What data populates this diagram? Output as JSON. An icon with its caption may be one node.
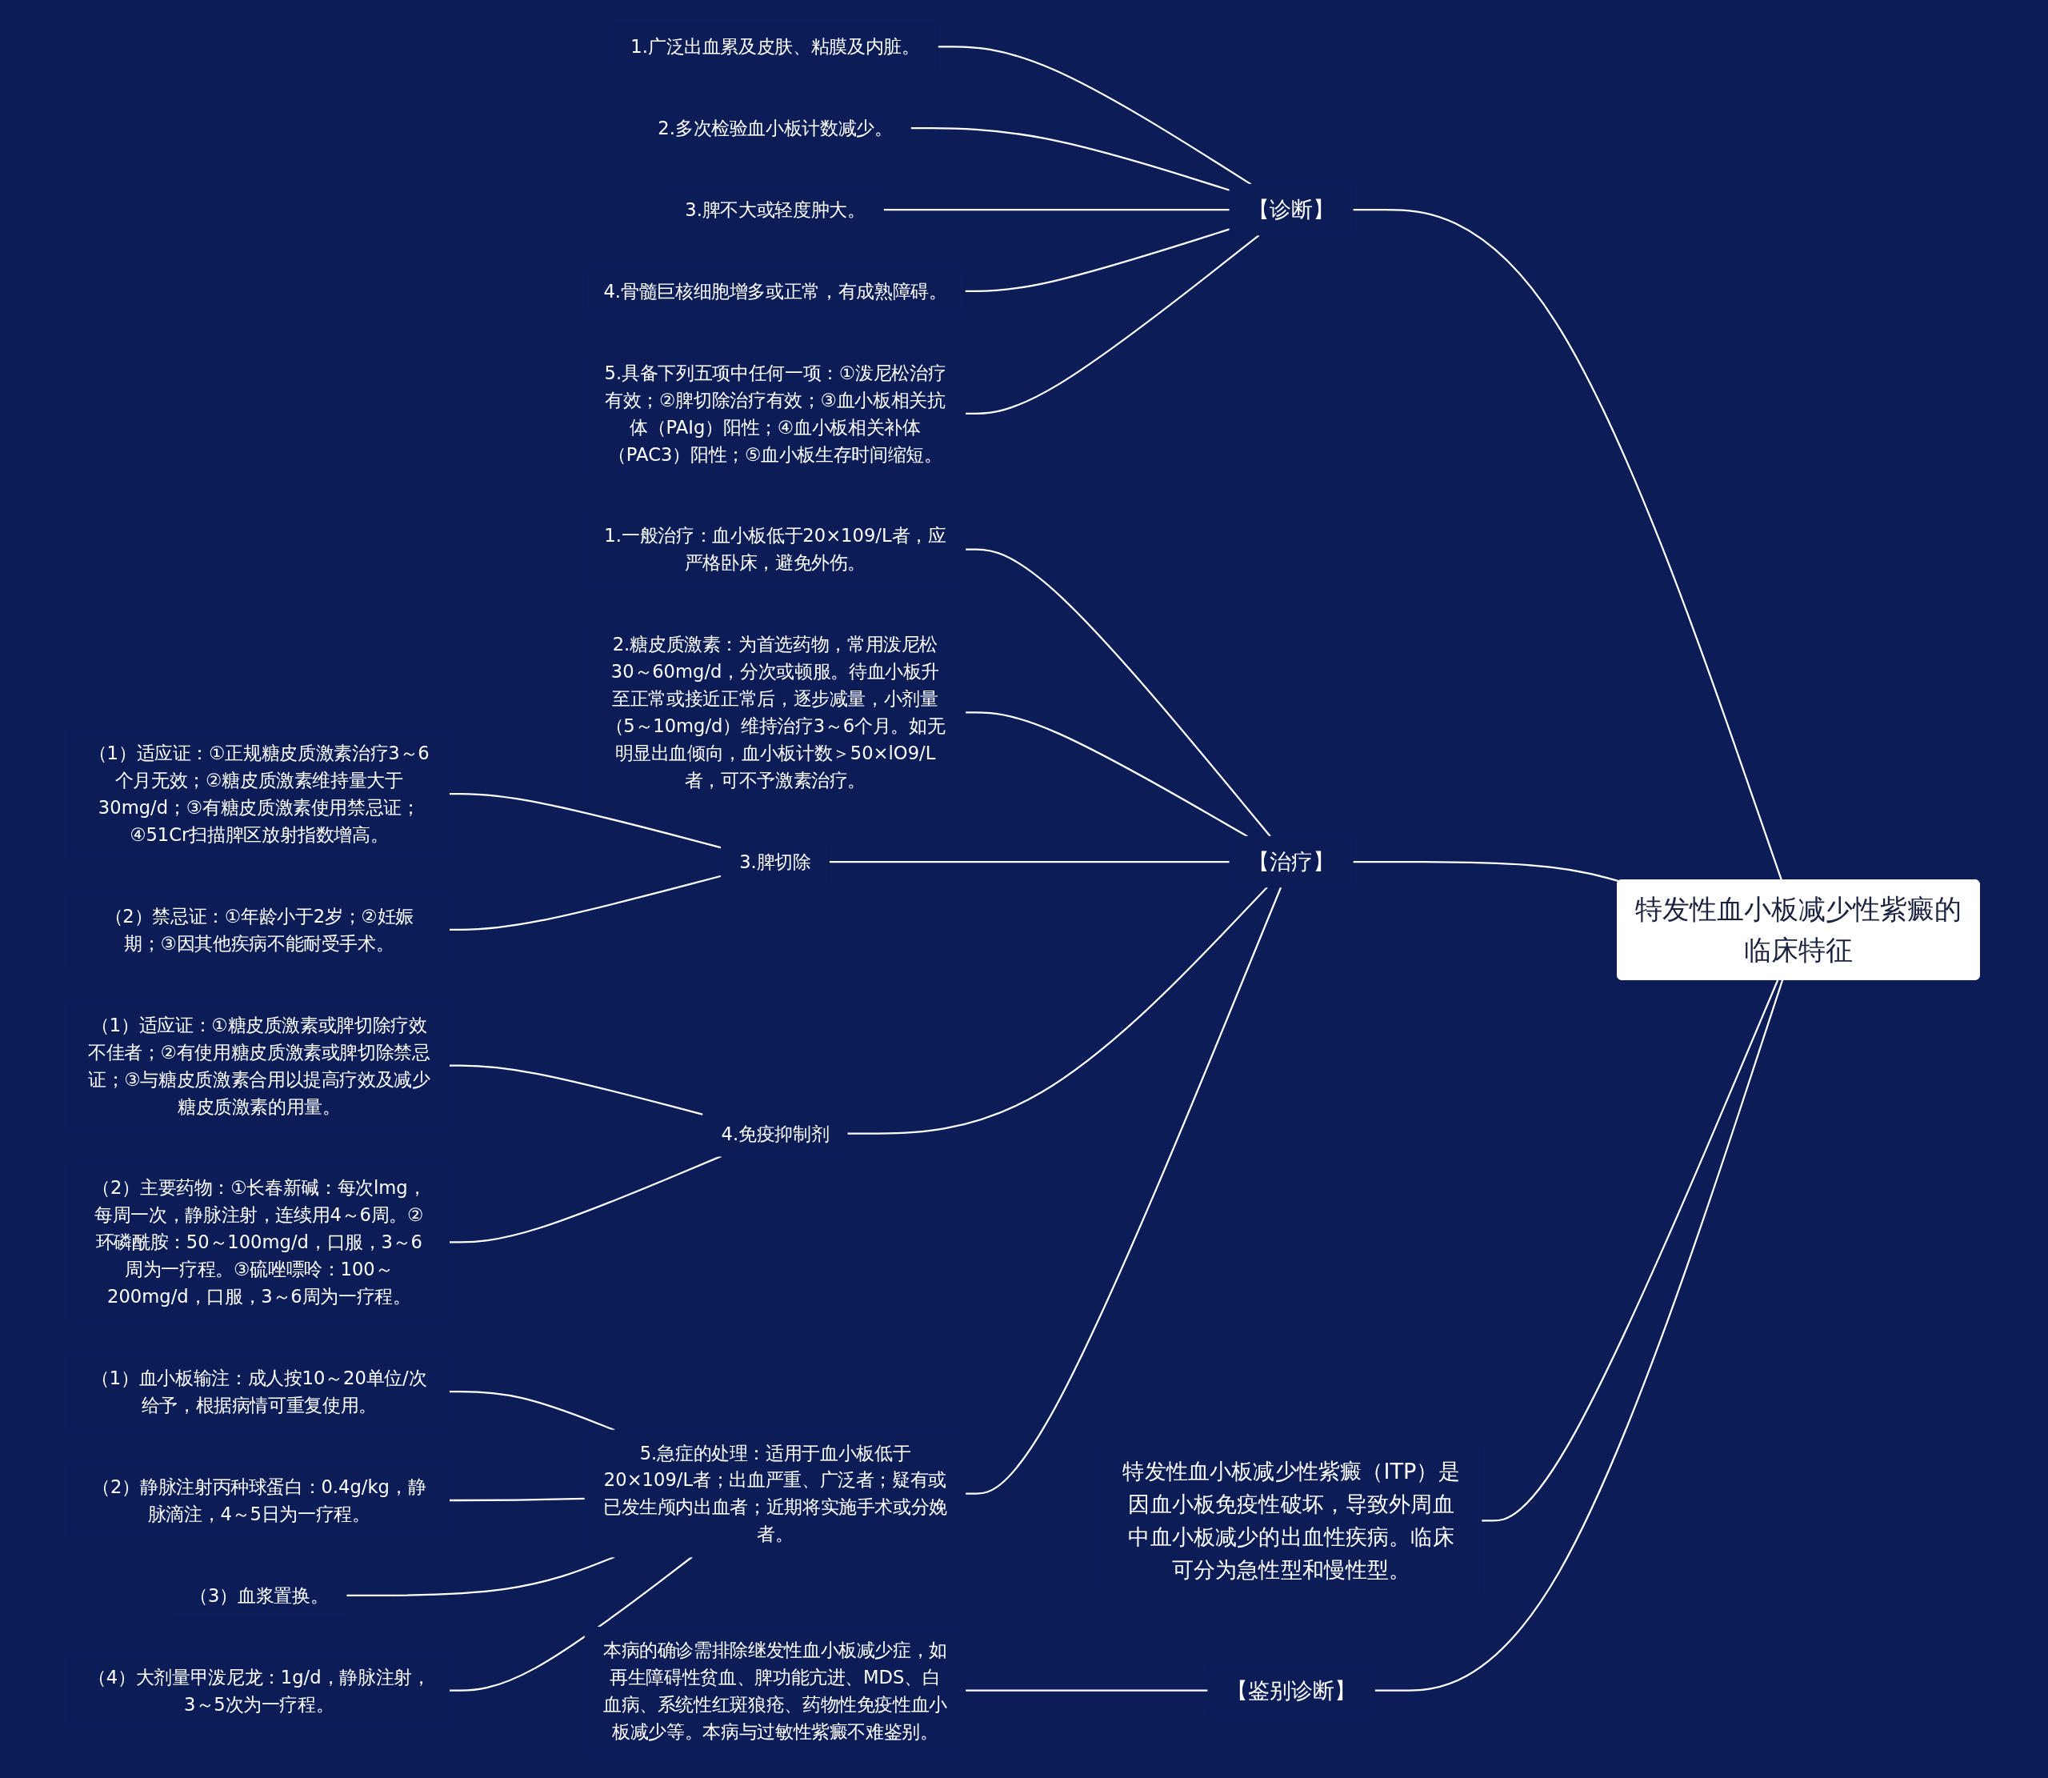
{
  "diagram": {
    "nodes": [
      {
        "text": [
          "特发性血小板减少性紫癜的临床特征"
        ]
      },
      {
        "text": [
          "【诊断】"
        ]
      },
      {
        "text": [
          "1.广泛出血累及皮肤、粘膜及内脏。"
        ]
      },
      {
        "text": [
          "2.多次检验血小板计数减少。"
        ]
      },
      {
        "text": [
          "3.脾不大或轻度肿大。"
        ]
      },
      {
        "text": [
          "4.骨髓巨核细胞增多或正常，有成熟障碍。"
        ]
      },
      {
        "text": [
          "5.具备下列五项中任何一项：①泼尼松治疗有效；②脾切除治疗有效；③血小板相关抗体（PAIg）阳性；④血小板相关补体（PAC3）阳性；⑤血小板生存时间缩短。"
        ]
      },
      {
        "text": [
          "【治疗】"
        ]
      },
      {
        "text": [
          "1.一般治疗：血小板低于20×109/L者，应严格卧床，避免外伤。"
        ]
      },
      {
        "text": [
          "2.糖皮质激素：为首选药物，常用泼尼松30～60mg/d，分次或顿服。待血小板升至正常或接近正常后，逐步减量，小剂量（5～10mg/d）维持治疗3～6个月。如无明显出血倾向，血小板计数＞50×lO9/L者，可不予激素治疗。"
        ]
      },
      {
        "text": [
          "3.脾切除"
        ]
      },
      {
        "text": [
          "（1）适应证：①正规糖皮质激素治疗3～6个月无效；②糖皮质激素维持量大于30mg/d；③有糖皮质激素使用禁忌证；④51Cr扫描脾区放射指数增高。"
        ]
      },
      {
        "text": [
          "（2）禁忌证：①年龄小于2岁；②妊娠期；③因其他疾病不能耐受手术。"
        ]
      },
      {
        "text": [
          "4.免疫抑制剂"
        ]
      },
      {
        "text": [
          "（1）适应证：①糖皮质激素或脾切除疗效不佳者；②有使用糖皮质激素或脾切除禁忌证；③与糖皮质激素合用以提高疗效及减少糖皮质激素的用量。"
        ]
      },
      {
        "text": [
          "（2）主要药物：①长春新碱：每次lmg，每周一次，静脉注射，连续用4～6周。②环磷酰胺：50～100mg/d，口服，3～6周为一疗程。③硫唑嘌呤：100～200mg/d，口服，3～6周为一疗程。"
        ]
      },
      {
        "text": [
          "5.急症的处理：适用于血小板低于20×109/L者；出血严重、广泛者；疑有或已发生颅内出血者；近期将实施手术或分娩者。"
        ]
      },
      {
        "text": [
          "（1）血小板输注：成人按10～20单位/次给予，根据病情可重复使用。"
        ]
      },
      {
        "text": [
          "（2）静脉注射丙种球蛋白：0.4g/kg，静脉滴注，4～5日为一疗程。"
        ]
      },
      {
        "text": [
          "（3）血浆置换。"
        ]
      },
      {
        "text": [
          "（4）大剂量甲泼尼龙：1g/d，静脉注射，3～5次为一疗程。"
        ]
      },
      {
        "text": [
          "特发性血小板减少性紫癜（ITP）是因血小板免疫性破坏，导致外周血中血小板减少的出血性疾病。临床可分为急性型和慢性型。"
        ]
      },
      {
        "text": [
          "【鉴别诊断】"
        ]
      },
      {
        "text": [
          "本病的确诊需排除继发性血小板减少症，如再生障碍性贫血、脾功能亢进、MDS、白血病、系统性红斑狼疮、药物性免疫性血小板减少等。本病与过敏性紫癜不难鉴别。"
        ]
      }
    ],
    "edges": [
      {
        "from": 0,
        "to": 1,
        "arrow": "none"
      },
      {
        "from": 1,
        "to": 2,
        "arrow": "none"
      },
      {
        "from": 1,
        "to": 3,
        "arrow": "none"
      },
      {
        "from": 1,
        "to": 4,
        "arrow": "none"
      },
      {
        "from": 1,
        "to": 5,
        "arrow": "none"
      },
      {
        "from": 1,
        "to": 6,
        "arrow": "none"
      },
      {
        "from": 0,
        "to": 7,
        "arrow": "none"
      },
      {
        "from": 7,
        "to": 8,
        "arrow": "none"
      },
      {
        "from": 7,
        "to": 9,
        "arrow": "none"
      },
      {
        "from": 7,
        "to": 10,
        "arrow": "none"
      },
      {
        "from": 10,
        "to": 11,
        "arrow": "none"
      },
      {
        "from": 10,
        "to": 12,
        "arrow": "none"
      },
      {
        "from": 7,
        "to": 13,
        "arrow": "none"
      },
      {
        "from": 13,
        "to": 14,
        "arrow": "none"
      },
      {
        "from": 13,
        "to": 15,
        "arrow": "none"
      },
      {
        "from": 7,
        "to": 16,
        "arrow": "none"
      },
      {
        "from": 16,
        "to": 17,
        "arrow": "none"
      },
      {
        "from": 16,
        "to": 18,
        "arrow": "none"
      },
      {
        "from": 16,
        "to": 19,
        "arrow": "none"
      },
      {
        "from": 16,
        "to": 20,
        "arrow": "none"
      },
      {
        "from": 0,
        "to": 21,
        "arrow": "none"
      },
      {
        "from": 0,
        "to": 22,
        "arrow": "none"
      },
      {
        "from": 22,
        "to": 23,
        "arrow": "none"
      }
    ]
  }
}
